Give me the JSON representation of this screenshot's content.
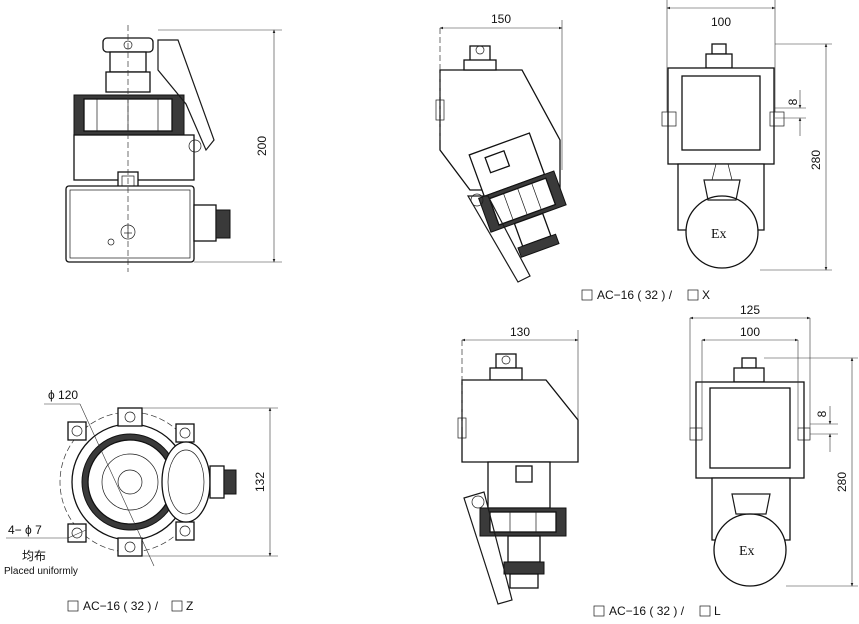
{
  "views": {
    "side_front": {
      "height_dim": "200"
    },
    "side_angled_x": {
      "width_dim": "150"
    },
    "front_x": {
      "width_dim": "100",
      "slot_dim": "8",
      "height_dim": "280",
      "ex_mark": "Ex",
      "caption_model": "AC−16 ( 32 ) /",
      "caption_suffix": "X"
    },
    "top_z": {
      "outer_diameter": "ϕ 120",
      "holes_label": "4− ϕ 7",
      "note_cn": "均布",
      "note_en": "Placed uniformly",
      "height_dim": "132",
      "caption_model": "AC−16 ( 32 ) /",
      "caption_suffix": "Z"
    },
    "side_l": {
      "width_dim": "130"
    },
    "front_l": {
      "outer_width_dim": "125",
      "inner_width_dim": "100",
      "slot_dim": "8",
      "height_dim": "280",
      "ex_mark": "Ex",
      "caption_model": "AC−16 ( 32 ) /",
      "caption_suffix": "L"
    }
  }
}
